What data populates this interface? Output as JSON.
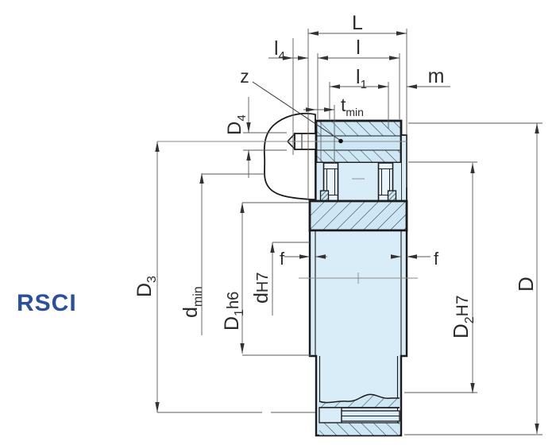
{
  "page": {
    "background": "#ffffff"
  },
  "product": {
    "code": "RSCI",
    "brand_color": "#2a4f9e"
  },
  "drawing": {
    "type": "freewheel-clutch-cross-section",
    "colors": {
      "fill_hatched": "#cde7f5",
      "fill_plain": "#d9edf8",
      "outline": "#1b1b1b",
      "dim_line": "#5a5a5a",
      "centerline": "#8a8a8a",
      "leader_dot": "#111111",
      "screw_fill": "#ffffff"
    },
    "dimension_labels": {
      "L": "L",
      "l": "l",
      "l1_main": "l",
      "l1_sub": "1",
      "l4_main": "l",
      "l4_sub": "4",
      "m": "m",
      "t_main": "t",
      "t_sub": "min",
      "z": "z",
      "f": "f",
      "D4_main": "D",
      "D4_sub": "4",
      "D3_main": "D",
      "D3_sub": "3",
      "dmin_main": "d",
      "dmin_sub": "min",
      "D1_main": "D",
      "D1_sub": "1",
      "D1_suffix": "h6",
      "dH7_main": "d",
      "dH7_suffix": "H7",
      "D2_main": "D",
      "D2_sub": "2",
      "D2_suffix": "H7",
      "D": "D"
    }
  }
}
